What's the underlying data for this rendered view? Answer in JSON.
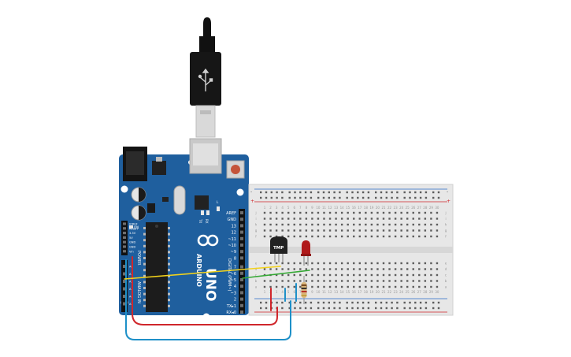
{
  "board": {
    "brand": "ARDUINO",
    "model": "UNO",
    "digital_label": "DIGITAL (PWM~)",
    "power_label": "POWER",
    "analog_label": "ANALOG IN",
    "tx_label": "TX",
    "rx_label": "RX",
    "l_label": "L",
    "on_label": "ON",
    "digital_pins": [
      "AREF",
      "GND",
      "13",
      "12",
      "~11",
      "~10",
      "~9",
      "8",
      "7",
      "~6",
      "~5",
      "4",
      "~3",
      "2",
      "TX▸1",
      "RX◂0"
    ],
    "power_pins": [
      "IOREF",
      "RESET",
      "3.3V",
      "5V",
      "GND",
      "GND",
      "Vin"
    ],
    "analog_pins": [
      "A0",
      "A1",
      "A2",
      "A3",
      "A4",
      "A5"
    ]
  },
  "sensor": {
    "label": "TMP"
  },
  "breadboard": {
    "rail_plus": "+",
    "rail_minus": "-",
    "row_letters_top": [
      "j",
      "i",
      "h",
      "g",
      "f"
    ],
    "row_letters_bottom": [
      "e",
      "d",
      "c",
      "b",
      "a"
    ],
    "column_count": 30
  },
  "colors": {
    "pcb": "#1f5f9e",
    "wire_red": "#d0262b",
    "wire_blue": "#1e90c8",
    "wire_yellow": "#f2d21b",
    "wire_green": "#34a834",
    "led": "#b0191a"
  }
}
